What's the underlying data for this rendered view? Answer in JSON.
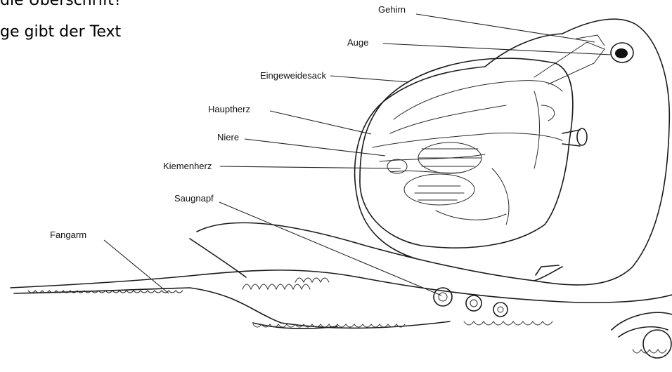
{
  "header": {
    "lines": [
      "die Überschrift?",
      "ge gibt der Text"
    ]
  },
  "labels": {
    "gehirn": "Gehirn",
    "auge": "Auge",
    "eingeweidesack": "Eingeweidesack",
    "hauptherz": "Hauptherz",
    "niere": "Niere",
    "kiemenherz": "Kiemenherz",
    "saugnapf": "Saugnapf",
    "fangarm": "Fangarm"
  }
}
